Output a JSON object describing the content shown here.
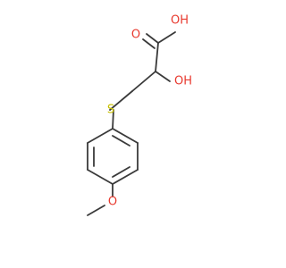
{
  "diagram": {
    "labels": {
      "hydroxyl_top": "OH",
      "carbonyl_o": "O",
      "hydroxyl_alpha": "OH",
      "sulfur": "S",
      "methoxy_o": "O"
    },
    "colors": {
      "bond": "#3a3a3a",
      "oxygen": "#e83a2f",
      "sulfur": "#c8c000",
      "background": "#ffffff"
    }
  }
}
